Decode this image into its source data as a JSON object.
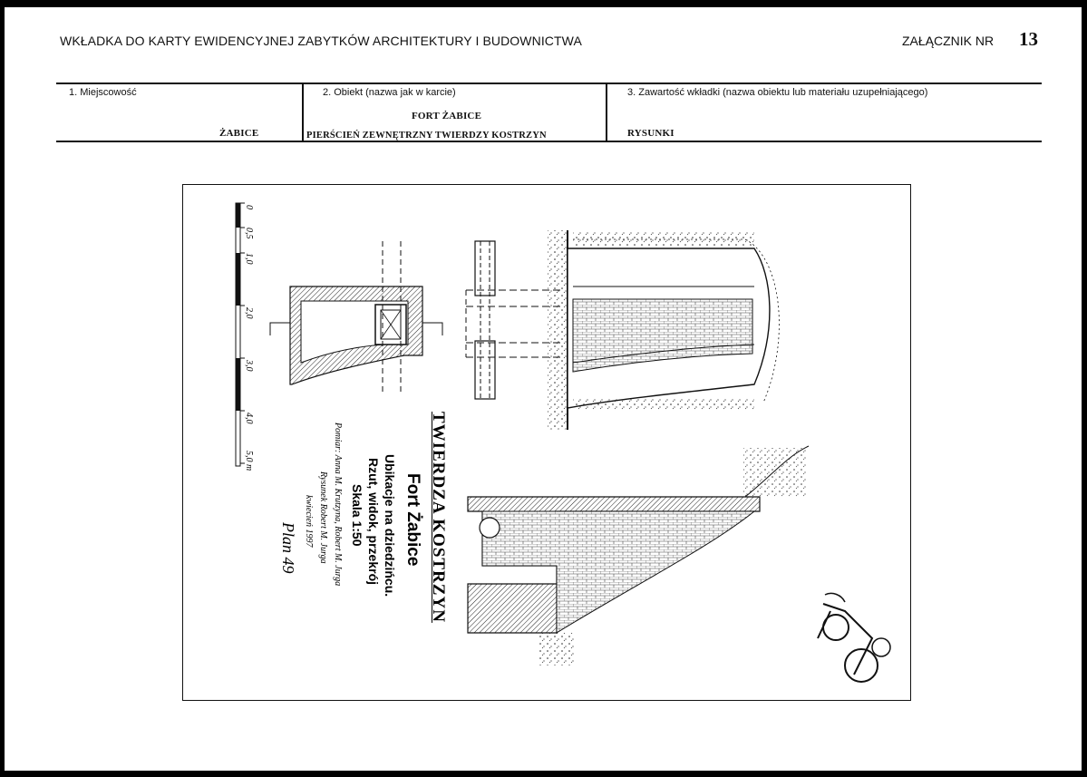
{
  "header": {
    "title": "WKŁADKA DO KARTY EWIDENCYJNEJ ZABYTKÓW  ARCHITEKTURY I BUDOWNICTWA",
    "annex_label": "ZAŁĄCZNIK NR",
    "annex_number": "13"
  },
  "fields": [
    {
      "label": "1. Miejscowość",
      "value_lines": [
        "ŻABICE"
      ]
    },
    {
      "label": "2. Obiekt (nazwa jak w karcie)",
      "value_lines": [
        "FORT ŻABICE",
        "PIERŚCIEŃ ZEWNĘTRZNY TWIERDZY KOSTRZYN"
      ]
    },
    {
      "label": "3. Zawartość wkładki (nazwa obiektu lub materiału uzupełniającego)",
      "value_lines": [
        "RYSUNKI"
      ]
    }
  ],
  "drawing": {
    "scale_ticks": [
      "0",
      "0,5",
      "1,0",
      "2,0",
      "3,0",
      "4,0",
      "5,0"
    ],
    "scale_unit": "m",
    "fortress": "TWIERDZA KOSTRZYN",
    "fort": "Fort Żabice",
    "subtitle_1": "Ubikacje na dziedzińcu.",
    "subtitle_2": "Rzut, widok, przekrój",
    "scale": "Skala 1:50",
    "credits_1": "Pomiar: Anna M. Krutzyna, Robert M. Jurga",
    "credits_2": "Rysunek Robert M. Jurga",
    "credits_3": "kwiecień 1997",
    "plan": "Plan 49"
  }
}
